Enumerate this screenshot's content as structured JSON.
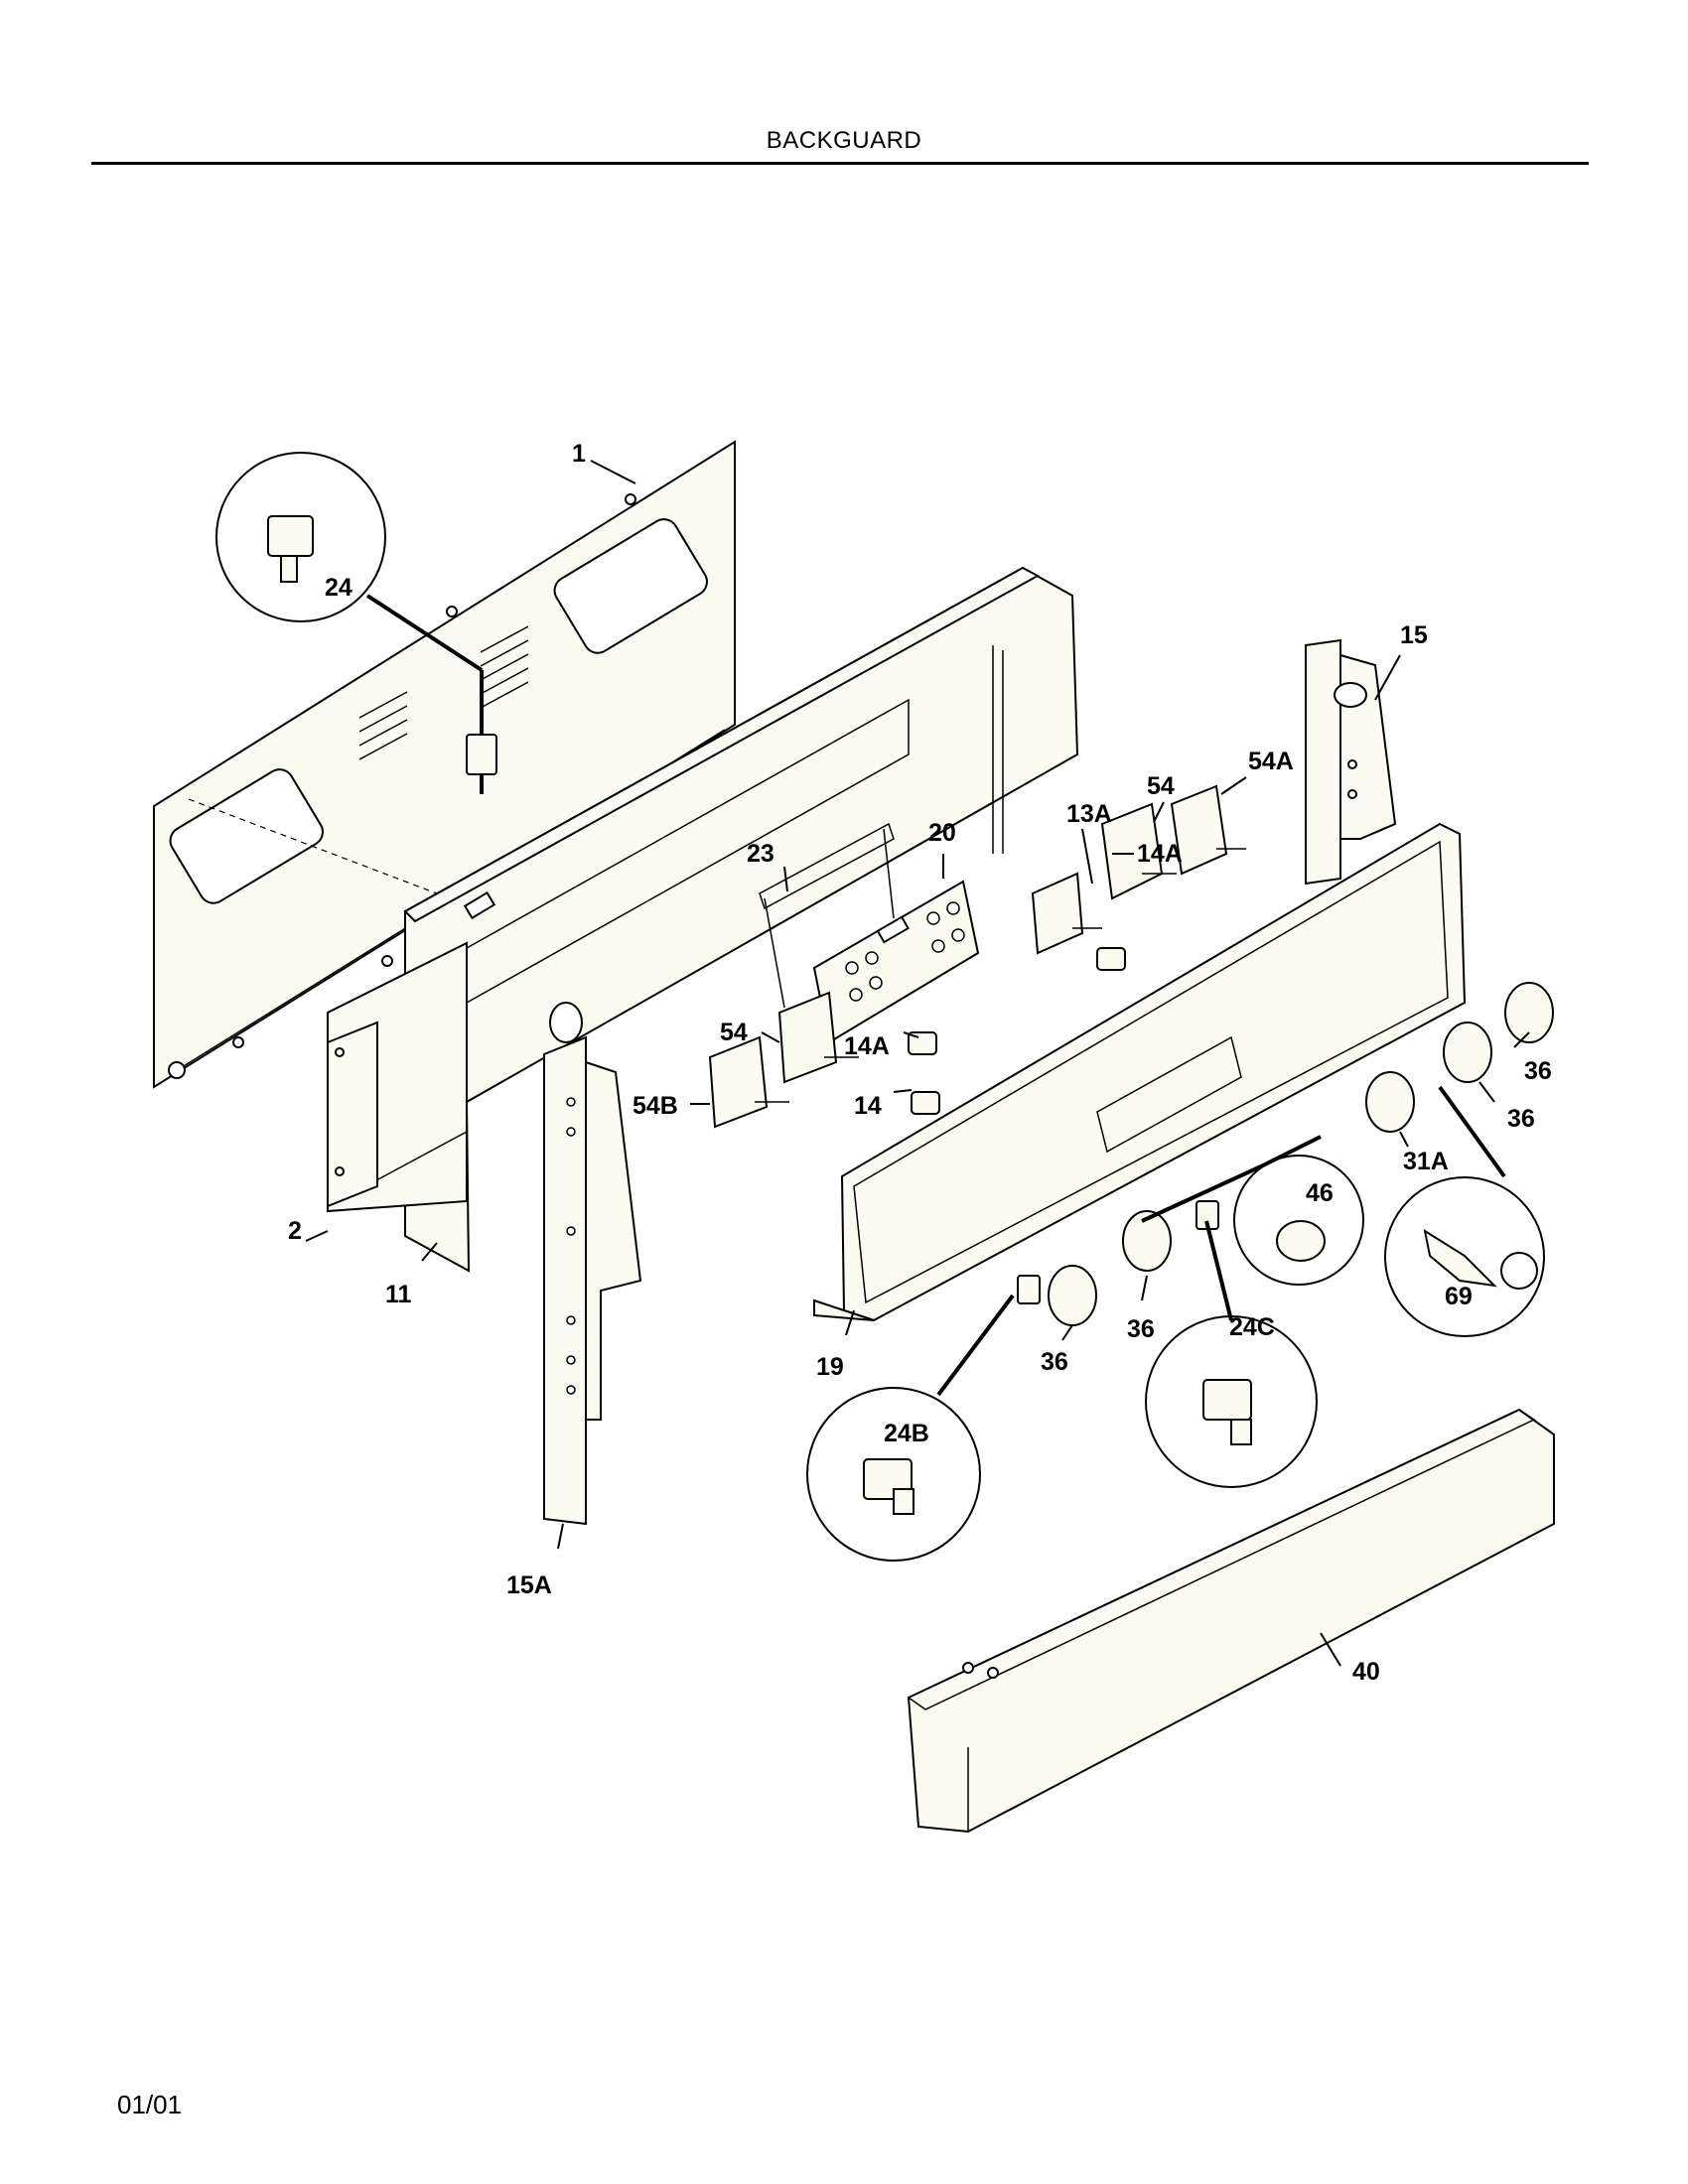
{
  "header": {
    "title": "BACKGUARD"
  },
  "footer": {
    "date_code": "01/01"
  },
  "callouts": {
    "c1": "1",
    "c2": "2",
    "c11": "11",
    "c13A": "13A",
    "c14": "14",
    "c14A_a": "14A",
    "c14A_b": "14A",
    "c15": "15",
    "c15A": "15A",
    "c19": "19",
    "c20": "20",
    "c23": "23",
    "c24": "24",
    "c24B": "24B",
    "c24C": "24C",
    "c31A": "31A",
    "c36_a": "36",
    "c36_b": "36",
    "c36_c": "36",
    "c36_d": "36",
    "c40": "40",
    "c46": "46",
    "c54_a": "54",
    "c54_b": "54",
    "c54A": "54A",
    "c54B": "54B",
    "c69": "69"
  }
}
